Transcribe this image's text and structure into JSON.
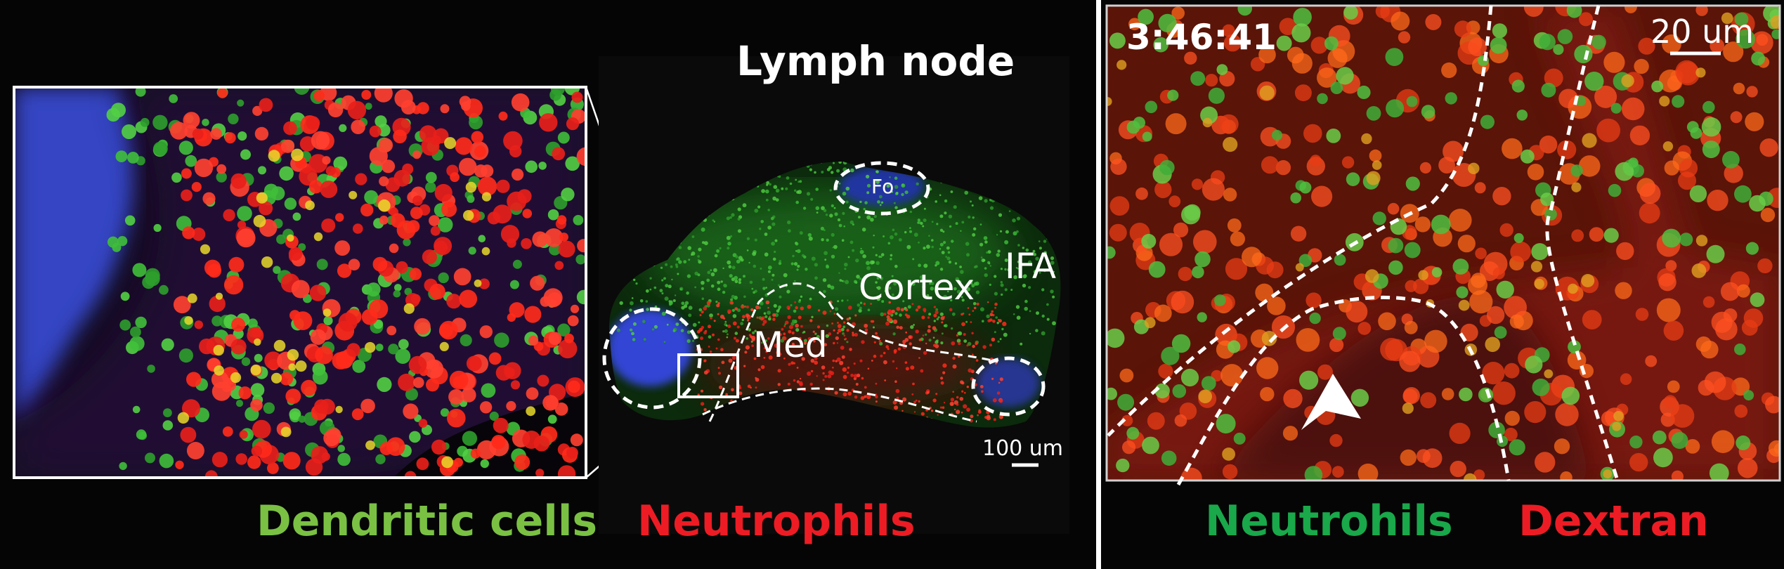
{
  "left_panel": {
    "title": "Lymph node",
    "region_labels": {
      "follicle": "Fo",
      "cortex": "Cortex",
      "ifa": "IFA",
      "medulla": "Med"
    },
    "scale_bar": "100 um",
    "legend": [
      {
        "text": "Dendritic cells",
        "color": "#7ac143"
      },
      {
        "text": "Neutrophils",
        "color": "#ed1c24"
      }
    ]
  },
  "right_panel": {
    "timestamp": "3:46:41",
    "scale_bar": "20 um",
    "legend": [
      {
        "text": "Neutrohils",
        "color": "#19a84a"
      },
      {
        "text": "Dextran",
        "color": "#ed1c24"
      }
    ]
  },
  "colors": {
    "background": "#050505",
    "stain_green": "#3fbf3a",
    "stain_red": "#ff2a1a",
    "stain_blue": "#2d3fd8",
    "annotation": "#ffffff"
  }
}
